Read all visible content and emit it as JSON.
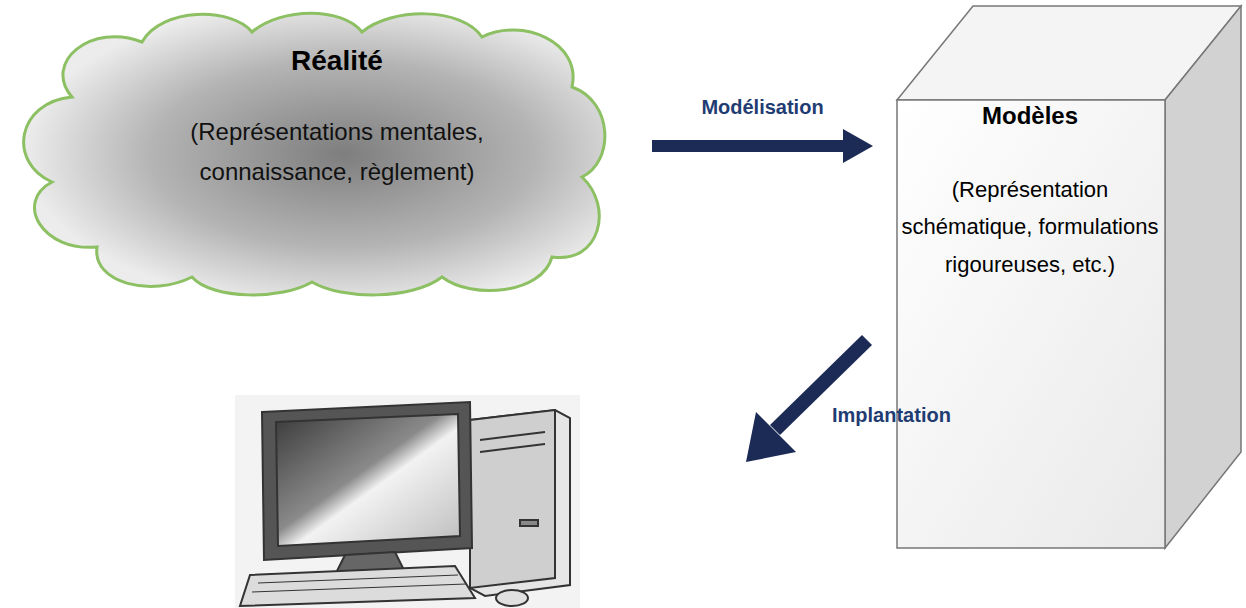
{
  "diagram": {
    "nodes": [
      {
        "text": [
          "Réalité",
          "(Représentations mentales, connaissance, règlement)"
        ]
      },
      {
        "text": [
          "Modèles",
          "(Représentation schématique, formulations rigoureuses, etc.)"
        ]
      }
    ],
    "edges": [
      {
        "from": 0,
        "to": 1,
        "label": "Modélisation",
        "arrow": "to"
      }
    ],
    "labels": [
      "Implantation"
    ]
  }
}
